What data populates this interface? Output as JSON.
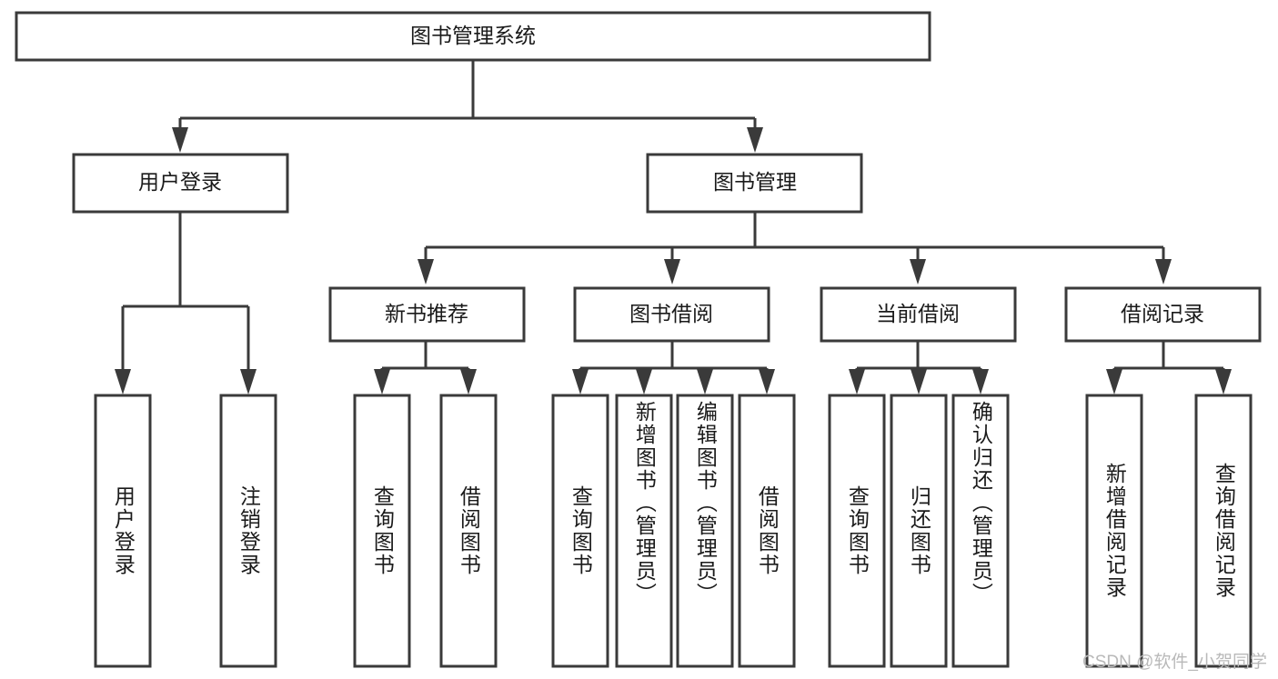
{
  "diagram": {
    "title": "图书管理系统",
    "type": "tree-hierarchy",
    "watermark": "CSDN @软件_小贺同学",
    "colors": {
      "stroke": "#3a3a3a",
      "fill": "#ffffff",
      "text": "#1a1a1a",
      "watermark": "#b9b9b9",
      "background": "#ffffff"
    },
    "levels": {
      "root": {
        "label": "图书管理系统"
      },
      "level2": [
        {
          "label": "用户登录"
        },
        {
          "label": "图书管理"
        }
      ],
      "level3": [
        {
          "label": "新书推荐"
        },
        {
          "label": "图书借阅"
        },
        {
          "label": "当前借阅"
        },
        {
          "label": "借阅记录"
        }
      ],
      "leaves": {
        "user_login": [
          {
            "label": "用户登录"
          },
          {
            "label": "注销登录"
          }
        ],
        "new_book_recommend": [
          {
            "label": "查询图书"
          },
          {
            "label": "借阅图书"
          }
        ],
        "book_borrow": [
          {
            "label": "查询图书"
          },
          {
            "label": "新增图书（管理员）"
          },
          {
            "label": "编辑图书（管理员）"
          },
          {
            "label": "借阅图书"
          }
        ],
        "current_borrow": [
          {
            "label": "查询图书"
          },
          {
            "label": "归还图书"
          },
          {
            "label": "确认归还（管理员）"
          }
        ],
        "borrow_record": [
          {
            "label": "新增借阅记录"
          },
          {
            "label": "查询借阅记录"
          }
        ]
      }
    }
  }
}
